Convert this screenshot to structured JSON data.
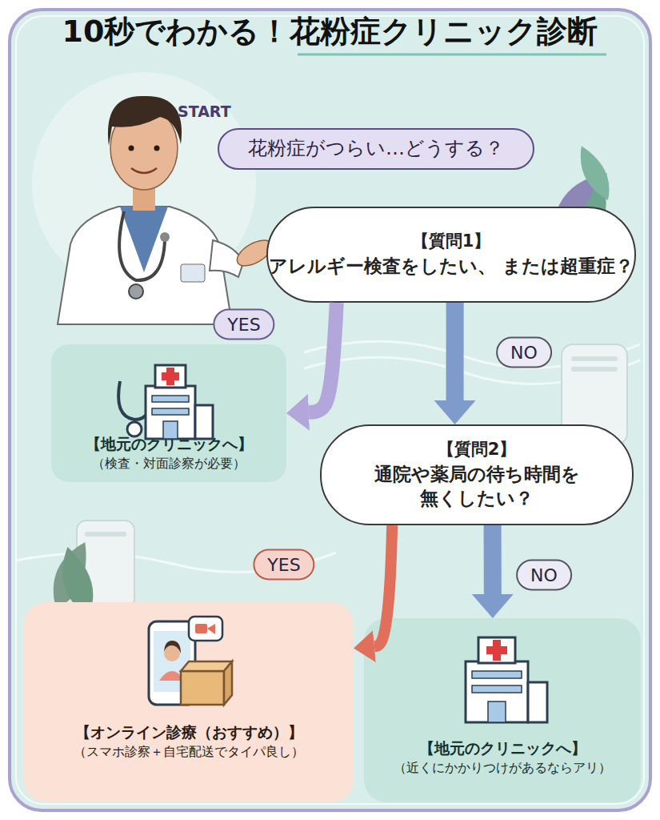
{
  "diagram": {
    "title": "10秒でわかる！花粉症クリニック診断",
    "nodes": [
      {
        "text": [
          "花粉症がつらい…どうする？"
        ]
      },
      {
        "text": [
          "【質問1】",
          "アレルギー検査をしたい、 または超重症？"
        ]
      },
      {
        "text": [
          "【地元のクリニックへ】",
          "（検査・対面診察が必要）"
        ]
      },
      {
        "text": [
          "【質問2】",
          "通院や薬局の待ち時間を 無くしたい？"
        ]
      },
      {
        "text": [
          "【オンライン診療（おすすめ）】",
          "（スマホ診察＋自宅配送でタイパ良し）"
        ]
      },
      {
        "text": [
          "【地元のクリニックへ】",
          "（近くにかかりつけがあるならアリ）"
        ]
      }
    ],
    "edges": [
      {
        "from": 1,
        "to": 2,
        "arrow": "to",
        "label": "YES"
      },
      {
        "from": 1,
        "to": 3,
        "arrow": "to",
        "label": "NO"
      },
      {
        "from": 3,
        "to": 4,
        "arrow": "to",
        "label": "YES"
      },
      {
        "from": 3,
        "to": 5,
        "arrow": "to",
        "label": "NO"
      }
    ],
    "labels": [
      "START"
    ]
  }
}
